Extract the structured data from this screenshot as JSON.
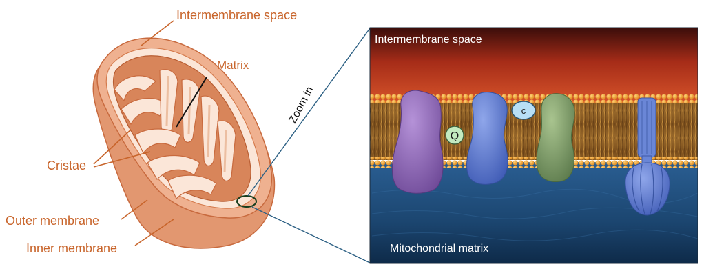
{
  "labels": {
    "intermembrane_space": "Intermembrane space",
    "matrix": "Matrix",
    "cristae": "Cristae",
    "outer_membrane": "Outer membrane",
    "inner_membrane": "Inner membrane",
    "zoom_in": "Zoom in"
  },
  "zoom_panel": {
    "top_label": "Intermembrane space",
    "bottom_label": "Mitochondrial matrix",
    "ubiquinone": "Q",
    "cytochrome_c": "c"
  },
  "colors": {
    "label_orange": "#c8642a",
    "mito_fill": "#e9a07a",
    "mito_dark": "#c86a3e",
    "mito_inner": "#f8dcc9",
    "ims_red": "#c0331a",
    "matrix_blue": "#1d4a7e",
    "lipid_orange": "#f1a33a",
    "complex1": "#9b6fc0",
    "complex3": "#5d7bd0",
    "complex4": "#7e9f6a",
    "atp_synthase": "#6a86d6",
    "zoom_line": "#2b5f83",
    "ubiquinone_fill": "#c3eac0",
    "cytc_fill": "#b8dff6"
  }
}
